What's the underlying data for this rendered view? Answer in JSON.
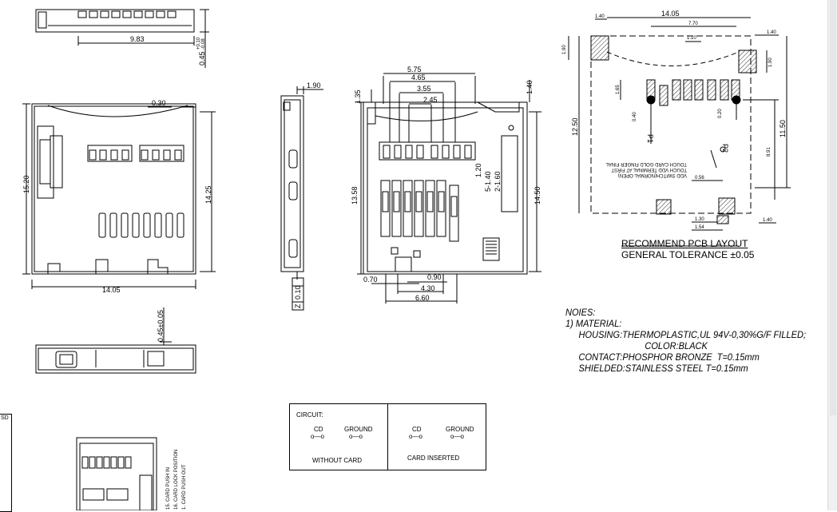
{
  "dimensions": {
    "top_view_width": "9.83",
    "top_view_thick": "0.45",
    "top_view_tol_plus": "+0.10",
    "top_view_tol_minus": "-0.08",
    "front_width": "14.05",
    "front_height": "15.20",
    "front_inner_height": "14.25",
    "front_gap": "0.30",
    "side_width": "1.90",
    "flatness": "0.10",
    "flatness_datum": "Z",
    "bottom_thick": "0.45±0.05",
    "mid_5_75": "5.75",
    "mid_4_65": "4.65",
    "mid_3_55": "3.55",
    "mid_2_45": "2.45",
    "mid_1_35": "1.35",
    "mid_1_40": "1.40",
    "mid_13_58": "13.58",
    "mid_14_50": "14.50",
    "mid_1_20": "1.20",
    "mid_5_140": "5-1.40",
    "mid_2_160": "2-1.60",
    "mid_0_70": "0.70",
    "mid_0_90": "0.90",
    "mid_4_30": "4.30",
    "mid_6_60": "6.60",
    "pcb_14_05": "14.05",
    "pcb_7_70": "7.70",
    "pcb_1_10": "1.10",
    "pcb_1_40_top": "1.40",
    "pcb_1_40_left": "1.40",
    "pcb_1_90_left": "1.90",
    "pcb_1_90_right": "1.90",
    "pcb_1_65": "1.65",
    "pcb_0_40": "0.40",
    "pcb_0_20": "0.20",
    "pcb_12_50": "12.50",
    "pcb_11_50": "11.50",
    "pcb_8_91": "8.91",
    "pcb_0_56": "0.56",
    "pcb_1_30": "1.30",
    "pcb_1_54": "1.54",
    "pcb_1_40_br": "1.40",
    "pcb_p1": "P1",
    "pcb_p2": "P2"
  },
  "pcb_note": [
    "VDD SWITCH(NORMAL OPEN)",
    "TOUCH VDD TERMINAL AT FIRST",
    "TOUCH CARD GOLD FINGER FINAL"
  ],
  "pcb_caption": {
    "title": "RECOMMEND PCB LAYOUT",
    "tolerance": "GENERAL TOLERANCE ±0.05"
  },
  "notes": {
    "heading": "NOIES:",
    "item1": "1) MATERIAL:",
    "housing": "HOUSING:THERMOPLASTIC,UL 94V-0,30%G/F FILLED;",
    "color": "COLOR:BLACK",
    "contact": "CONTACT:PHOSPHOR BRONZE  T=0.15mm",
    "shielded": "SHIELDED:STAINLESS STEEL T=0.15mm"
  },
  "circuit": {
    "label": "CIRCUIT:",
    "cd": "CD",
    "ground": "GROUND",
    "without_card": "WITHOUT CARD",
    "card_inserted": "CARD INSERTED"
  },
  "sd_table": {
    "header": "SD"
  },
  "push_labels": [
    "CARD PUSH IN",
    "CARD LOCK POSITION",
    "CARD PUSH OUT"
  ],
  "push_numbers": [
    "15.",
    "16.",
    "1."
  ]
}
